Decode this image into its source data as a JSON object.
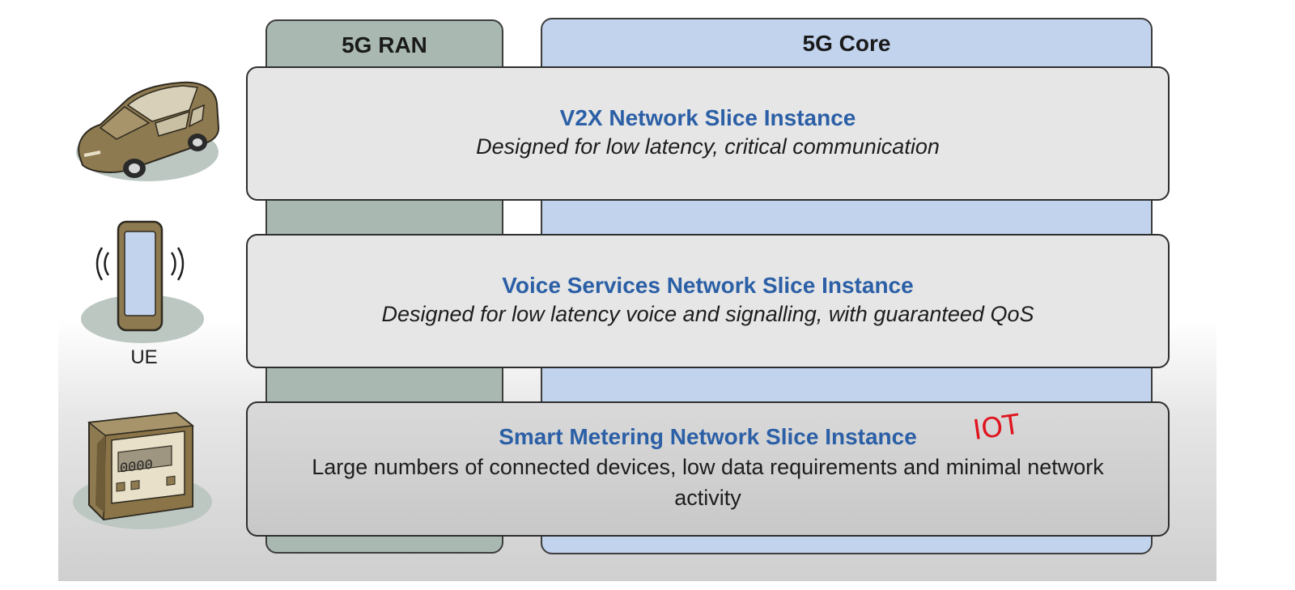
{
  "columns": {
    "ran": {
      "title": "5G RAN",
      "color": "#a9b9b2"
    },
    "core": {
      "title": "5G Core",
      "color": "#c2d3ee"
    }
  },
  "slices": [
    {
      "title": "V2X Network Slice Instance",
      "description": "Designed for low latency, critical communication",
      "device_icon": "car-icon"
    },
    {
      "title": "Voice Services Network Slice Instance",
      "description": "Designed for low latency voice and signalling, with guaranteed QoS",
      "device_icon": "mobile-phone-icon"
    },
    {
      "title": "Smart Metering Network Slice Instance",
      "description": "Large numbers of connected devices, low data requirements and minimal network activity",
      "device_icon": "smart-meter-icon"
    }
  ],
  "ue_label": "UE",
  "handwritten_note": "IOT",
  "colors": {
    "slice_title": "#2b5fa6",
    "handwriting": "#e0141e"
  }
}
